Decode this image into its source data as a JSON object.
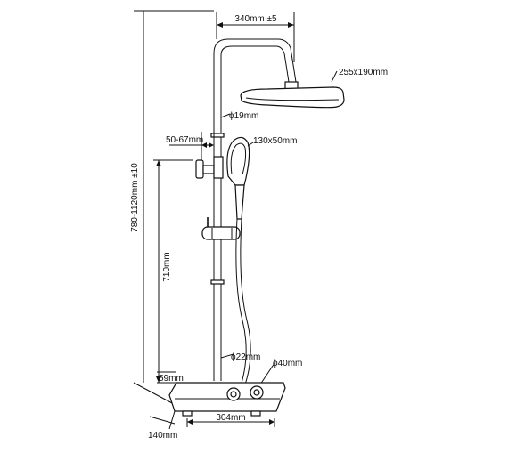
{
  "dimensions": {
    "arm_reach": "340mm ±5",
    "head_size": "255x190mm",
    "pipe_upper_dia": "ϕ19mm",
    "bracket_offset": "50-67mm",
    "handset_size": "130x50mm",
    "total_height": "780-1120mm ±10",
    "slider_height": "710mm",
    "pipe_lower_dia": "ϕ22mm",
    "outlet_dia": "ϕ40mm",
    "valve_height": "59mm",
    "valve_depth": "140mm",
    "valve_width": "304mm"
  }
}
